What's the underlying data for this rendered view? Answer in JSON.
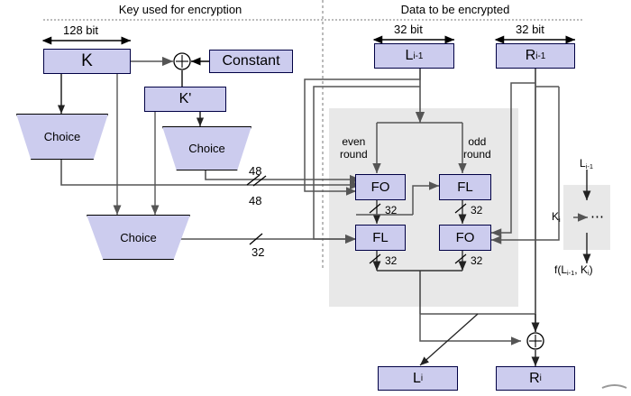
{
  "headers": {
    "left": "Key used for encryption",
    "right": "Data to be encrypted"
  },
  "dimensions": {
    "key_width": "128 bit",
    "left_half": "32 bit",
    "right_half": "32 bit"
  },
  "key_section": {
    "key_box": "K",
    "constant_box": "Constant",
    "kprime_box": "K'",
    "xor_symbol": "⊕",
    "choice_1": "Choice",
    "choice_2": "Choice",
    "choice_3": "Choice",
    "bus_48_a": "48",
    "bus_48_b": "48",
    "bus_32": "32"
  },
  "data_section": {
    "left_input": "L",
    "left_input_sub": "i-1",
    "right_input": "R",
    "right_input_sub": "i-1",
    "even_round": "even\nround",
    "even_round_l1": "even",
    "even_round_l2": "round",
    "odd_round_l1": "odd",
    "odd_round_l2": "round",
    "fo_even": "FO",
    "fl_even": "FL",
    "fl_odd": "FL",
    "fo_odd": "FO",
    "w32_a": "32",
    "w32_b": "32",
    "w32_c": "32",
    "w32_d": "32",
    "xor_symbol": "⊕",
    "left_output": "L",
    "left_output_sub": "i",
    "right_output": "R",
    "right_output_sub": "i"
  },
  "legend": {
    "input_label": "L",
    "input_sub": "i-1",
    "key_label": "K",
    "key_sub": "i",
    "ellipsis": "⋯",
    "result_prefix": "f(L",
    "result_sub1": "i-1",
    "result_mid": ", K",
    "result_sub2": "i",
    "result_suffix": ")"
  },
  "colors": {
    "box_fill": "#ccccee",
    "box_border": "#000044",
    "panel_fill": "#e8e8e8",
    "wire": "#555555",
    "wire_dark": "#222222"
  }
}
